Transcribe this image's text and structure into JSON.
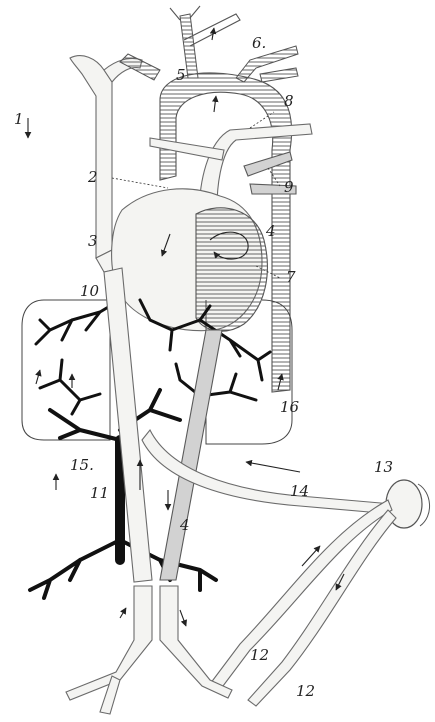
{
  "labels": {
    "l1": "1",
    "l2": "2",
    "l3": "3",
    "l4a": "4",
    "l4b": "4",
    "l5": "5",
    "l6": "6.",
    "l7": "7",
    "l8": "8",
    "l9": "9",
    "l10": "10",
    "l11": "11",
    "l12a": "12",
    "l12b": "12",
    "l13": "13",
    "l14": "14",
    "l15": "15.",
    "l16": "16"
  }
}
